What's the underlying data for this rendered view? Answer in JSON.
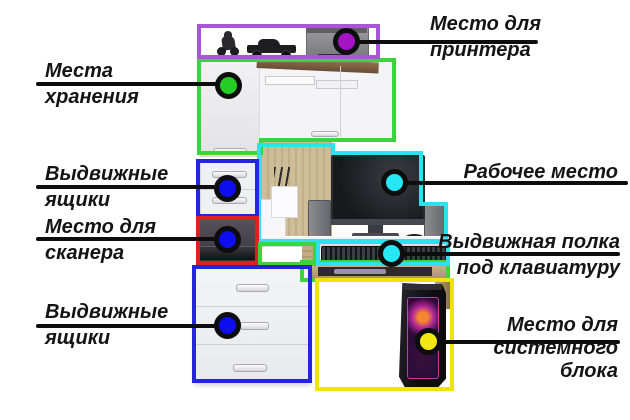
{
  "diagram_title": "Computer desk functional zones",
  "labels": {
    "storage": {
      "text": "Места\nхранения"
    },
    "printer": {
      "text": "Место для\nпринтера"
    },
    "drawers_top": {
      "text": "Выдвижные\nящики"
    },
    "scanner": {
      "text": "Место для\nсканера"
    },
    "workspace": {
      "text": "Рабочее место"
    },
    "keyboard_shelf": {
      "text": "Выдвижная полка\nпод клавиатуру"
    },
    "drawers_bottom": {
      "text": "Выдвижные\nящики"
    },
    "system_unit": {
      "text": "Место для\nсистемного\nблока"
    }
  },
  "regions": [
    {
      "id": "printer-shelf",
      "label": "Место для принтера",
      "outline_color": "#a855d8",
      "marker_color": "#a414c4"
    },
    {
      "id": "storage-cabinets",
      "label": "Места хранения",
      "outline_color": "#3bd53b",
      "marker_color": "#24cd24"
    },
    {
      "id": "top-drawers",
      "label": "Выдвижные ящики",
      "outline_color": "#2525dd",
      "marker_color": "#0d0dee"
    },
    {
      "id": "scanner-niche",
      "label": "Место для сканера",
      "outline_color": "#dd2020",
      "marker_color": "#0d0dee"
    },
    {
      "id": "workspace",
      "label": "Рабочее место",
      "outline_color": "#2be2ee",
      "marker_color": "#27e7f5"
    },
    {
      "id": "keyboard-shelf",
      "label": "Выдвижная полка под клавиатуру",
      "outline_color": "#2be2ee",
      "marker_color": "#27e7f5"
    },
    {
      "id": "bottom-drawers",
      "label": "Выдвижные ящики",
      "outline_color": "#2525dd",
      "marker_color": "#0d0dee"
    },
    {
      "id": "system-unit-bay",
      "label": "Место для системного блока",
      "outline_color": "#efe30e",
      "marker_color": "#f2e711"
    }
  ],
  "leader_line_color": "#0d0d0d",
  "text_color": "#141414",
  "background_color": "#ffffff"
}
